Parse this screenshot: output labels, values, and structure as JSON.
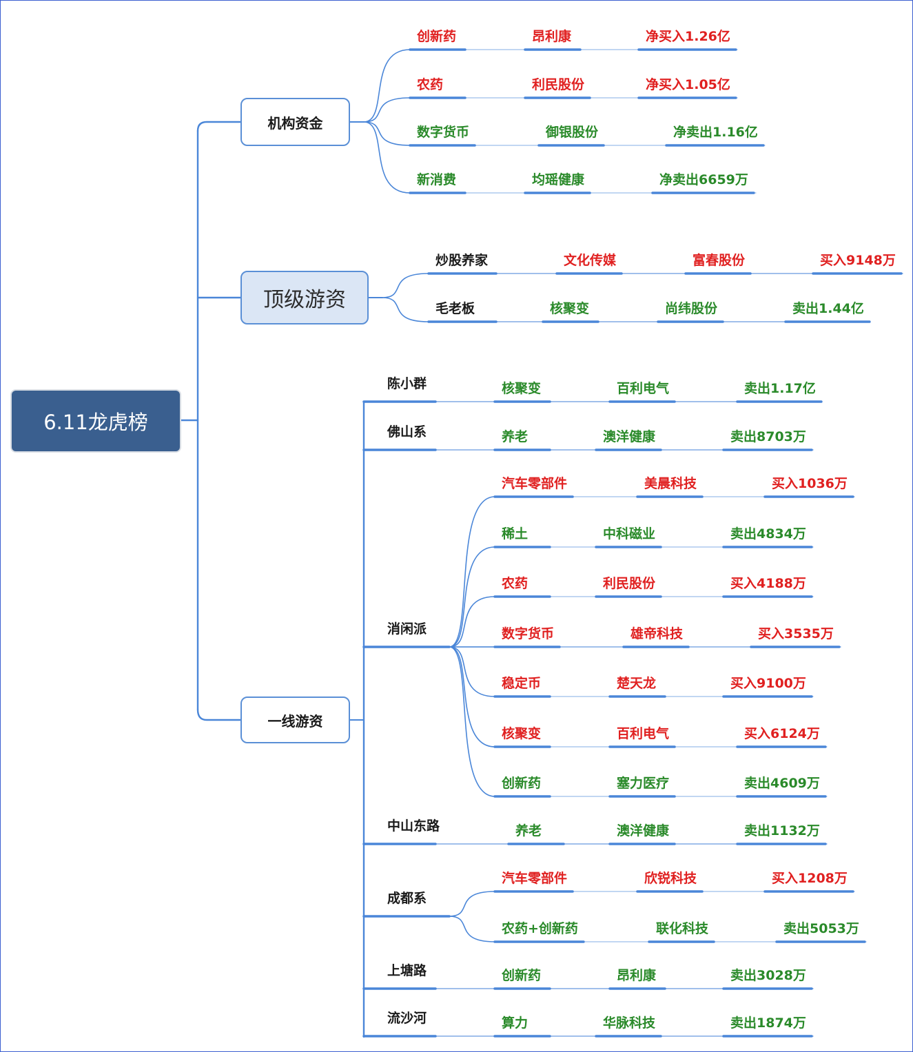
{
  "root": {
    "label": "6.11龙虎榜"
  },
  "groups": [
    {
      "label": "机构资金",
      "rows": [
        {
          "sector": "创新药",
          "stock": "昂利康",
          "amount": "净买入1.26亿",
          "dir": "buy"
        },
        {
          "sector": "农药",
          "stock": "利民股份",
          "amount": "净买入1.05亿",
          "dir": "buy"
        },
        {
          "sector": "数字货币",
          "stock": "御银股份",
          "amount": "净卖出1.16亿",
          "dir": "sell"
        },
        {
          "sector": "新消费",
          "stock": "均瑶健康",
          "amount": "净卖出6659万",
          "dir": "sell"
        }
      ]
    },
    {
      "label": "顶级游资",
      "traders": [
        {
          "name": "炒股养家",
          "rows": [
            {
              "sector": "文化传媒",
              "stock": "富春股份",
              "amount": "买入9148万",
              "dir": "buy"
            }
          ]
        },
        {
          "name": "毛老板",
          "rows": [
            {
              "sector": "核聚变",
              "stock": "尚纬股份",
              "amount": "卖出1.44亿",
              "dir": "sell"
            }
          ]
        }
      ]
    },
    {
      "label": "一线游资",
      "traders": [
        {
          "name": "陈小群",
          "rows": [
            {
              "sector": "核聚变",
              "stock": "百利电气",
              "amount": "卖出1.17亿",
              "dir": "sell"
            }
          ]
        },
        {
          "name": "佛山系",
          "rows": [
            {
              "sector": "养老",
              "stock": "澳洋健康",
              "amount": "卖出8703万",
              "dir": "sell"
            }
          ]
        },
        {
          "name": "消闲派",
          "rows": [
            {
              "sector": "汽车零部件",
              "stock": "美晨科技",
              "amount": "买入1036万",
              "dir": "buy"
            },
            {
              "sector": "稀土",
              "stock": "中科磁业",
              "amount": "卖出4834万",
              "dir": "sell"
            },
            {
              "sector": "农药",
              "stock": "利民股份",
              "amount": "买入4188万",
              "dir": "buy"
            },
            {
              "sector": "数字货币",
              "stock": "雄帝科技",
              "amount": "买入3535万",
              "dir": "buy"
            },
            {
              "sector": "稳定币",
              "stock": "楚天龙",
              "amount": "买入9100万",
              "dir": "buy"
            },
            {
              "sector": "核聚变",
              "stock": "百利电气",
              "amount": "买入6124万",
              "dir": "buy"
            },
            {
              "sector": "创新药",
              "stock": "塞力医疗",
              "amount": "卖出4609万",
              "dir": "sell"
            }
          ]
        },
        {
          "name": "中山东路",
          "rows": [
            {
              "sector": "养老",
              "stock": "澳洋健康",
              "amount": "卖出1132万",
              "dir": "sell"
            }
          ]
        },
        {
          "name": "成都系",
          "rows": [
            {
              "sector": "汽车零部件",
              "stock": "欣锐科技",
              "amount": "买入1208万",
              "dir": "buy"
            },
            {
              "sector": "农药+创新药",
              "stock": "联化科技",
              "amount": "卖出5053万",
              "dir": "sell"
            }
          ]
        },
        {
          "name": "上塘路",
          "rows": [
            {
              "sector": "创新药",
              "stock": "昂利康",
              "amount": "卖出3028万",
              "dir": "sell"
            }
          ]
        },
        {
          "name": "流沙河",
          "rows": [
            {
              "sector": "算力",
              "stock": "华脉科技",
              "amount": "卖出1874万",
              "dir": "sell"
            }
          ]
        }
      ]
    }
  ],
  "colors": {
    "buy": "#e02020",
    "sell": "#2a8a2a",
    "line": "#4a86d8",
    "root_fill": "#3a5f8f"
  }
}
